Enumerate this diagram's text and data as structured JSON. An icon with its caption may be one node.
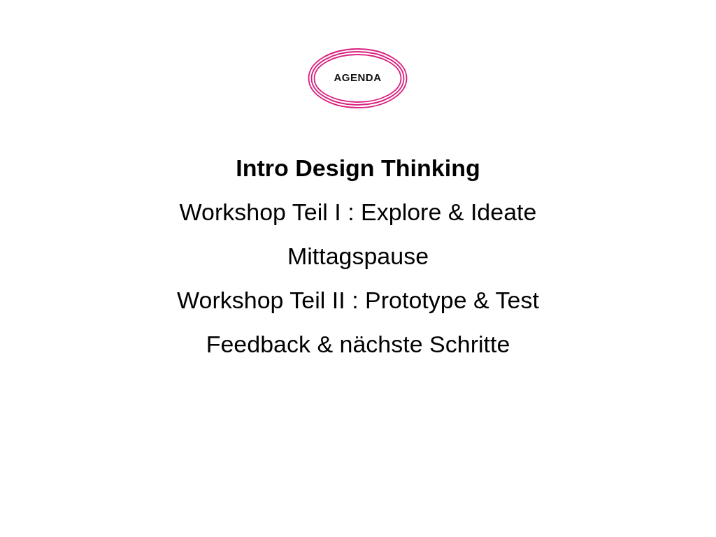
{
  "diagram": {
    "nodes": [
      {
        "text": [
          "AGENDA"
        ]
      }
    ],
    "labels": [
      "Intro Design Thinking",
      "Workshop Teil I : Explore & Ideate",
      "Mittagspause",
      "Workshop Teil II : Prototype & Test",
      "Feedback & nächste Schritte"
    ]
  }
}
